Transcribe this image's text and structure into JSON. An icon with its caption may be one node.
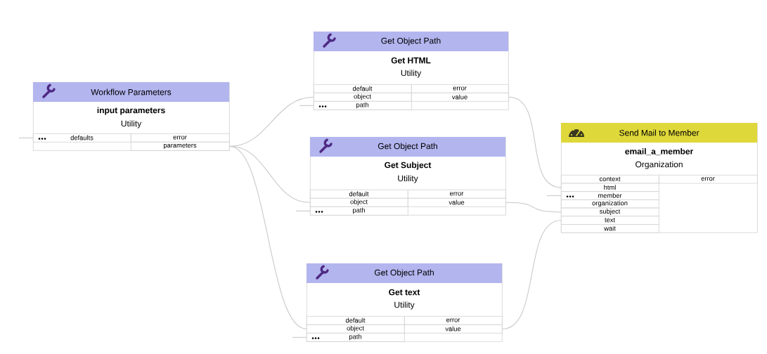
{
  "diagram": {
    "nodes": [
      {
        "text": [
          "Workflow Parameters",
          "input parameters",
          "Utility"
        ]
      },
      {
        "text": [
          "defaults"
        ],
        "in": 0
      },
      {
        "text": [
          "error"
        ],
        "in": 0
      },
      {
        "text": [
          "parameters"
        ],
        "in": 0
      },
      {
        "text": [
          "Get Object Path",
          "Get HTML",
          "Utility"
        ]
      },
      {
        "text": [
          "default"
        ],
        "in": 4
      },
      {
        "text": [
          "error"
        ],
        "in": 4
      },
      {
        "text": [
          "object"
        ],
        "in": 4
      },
      {
        "text": [
          "value"
        ],
        "in": 4
      },
      {
        "text": [
          "path"
        ],
        "in": 4
      },
      {
        "text": [
          "Get Object Path",
          "Get Subject",
          "Utility"
        ]
      },
      {
        "text": [
          "default"
        ],
        "in": 10
      },
      {
        "text": [
          "error"
        ],
        "in": 10
      },
      {
        "text": [
          "object"
        ],
        "in": 10
      },
      {
        "text": [
          "value"
        ],
        "in": 10
      },
      {
        "text": [
          "path"
        ],
        "in": 10
      },
      {
        "text": [
          "Send Mail to Member",
          "email_a_member",
          "Organization"
        ]
      },
      {
        "text": [
          "context"
        ],
        "in": 16
      },
      {
        "text": [
          "error"
        ],
        "in": 16
      },
      {
        "text": [
          "html"
        ],
        "in": 16
      },
      {
        "text": [
          "member"
        ],
        "in": 16
      },
      {
        "text": [
          "organization"
        ],
        "in": 16
      },
      {
        "text": [
          "subject"
        ],
        "in": 16
      },
      {
        "text": [
          "text"
        ],
        "in": 16
      },
      {
        "text": [
          "wait"
        ],
        "in": 16
      },
      {
        "text": [
          "Get Object Path",
          "Get text",
          "Utility"
        ]
      },
      {
        "text": [
          "default"
        ],
        "in": 25
      },
      {
        "text": [
          "error"
        ],
        "in": 25
      },
      {
        "text": [
          "object"
        ],
        "in": 25
      },
      {
        "text": [
          "value"
        ],
        "in": 25
      },
      {
        "text": [
          "path"
        ],
        "in": 25
      }
    ],
    "edges": [
      {
        "from": 3,
        "to": 7,
        "arrow": "none"
      },
      {
        "from": 3,
        "to": 13,
        "arrow": "none"
      },
      {
        "from": 3,
        "to": 28,
        "arrow": "none"
      },
      {
        "from": 8,
        "to": 19,
        "arrow": "none"
      },
      {
        "from": 14,
        "to": 22,
        "arrow": "none"
      },
      {
        "from": 29,
        "to": 23,
        "arrow": "none"
      },
      {
        "from": null,
        "to": 1,
        "arrow": "none"
      },
      {
        "from": null,
        "to": 9,
        "arrow": "none"
      },
      {
        "from": null,
        "to": 15,
        "arrow": "none"
      },
      {
        "from": null,
        "to": 30,
        "arrow": "none"
      },
      {
        "from": null,
        "to": 20,
        "arrow": "none"
      }
    ]
  }
}
